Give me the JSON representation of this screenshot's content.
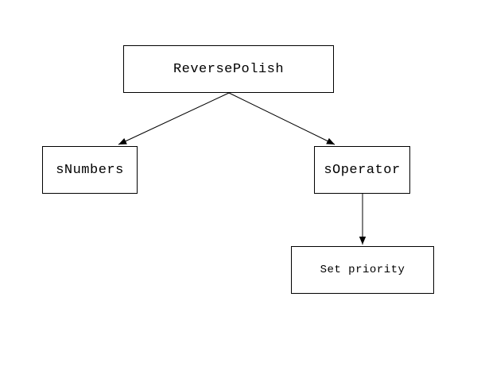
{
  "diagram": {
    "background_color": "#ffffff",
    "line_color": "#000000",
    "nodes": [
      {
        "id": "reversepolish",
        "label": "ReversePolish"
      },
      {
        "id": "snumbers",
        "label": "sNumbers"
      },
      {
        "id": "soperator",
        "label": "sOperator"
      },
      {
        "id": "setpriority",
        "label": "Set priority"
      }
    ],
    "edges": [
      {
        "from": "ReversePolish",
        "to": "sNumbers"
      },
      {
        "from": "ReversePolish",
        "to": "sOperator"
      },
      {
        "from": "sOperator",
        "to": "Set priority"
      }
    ]
  }
}
